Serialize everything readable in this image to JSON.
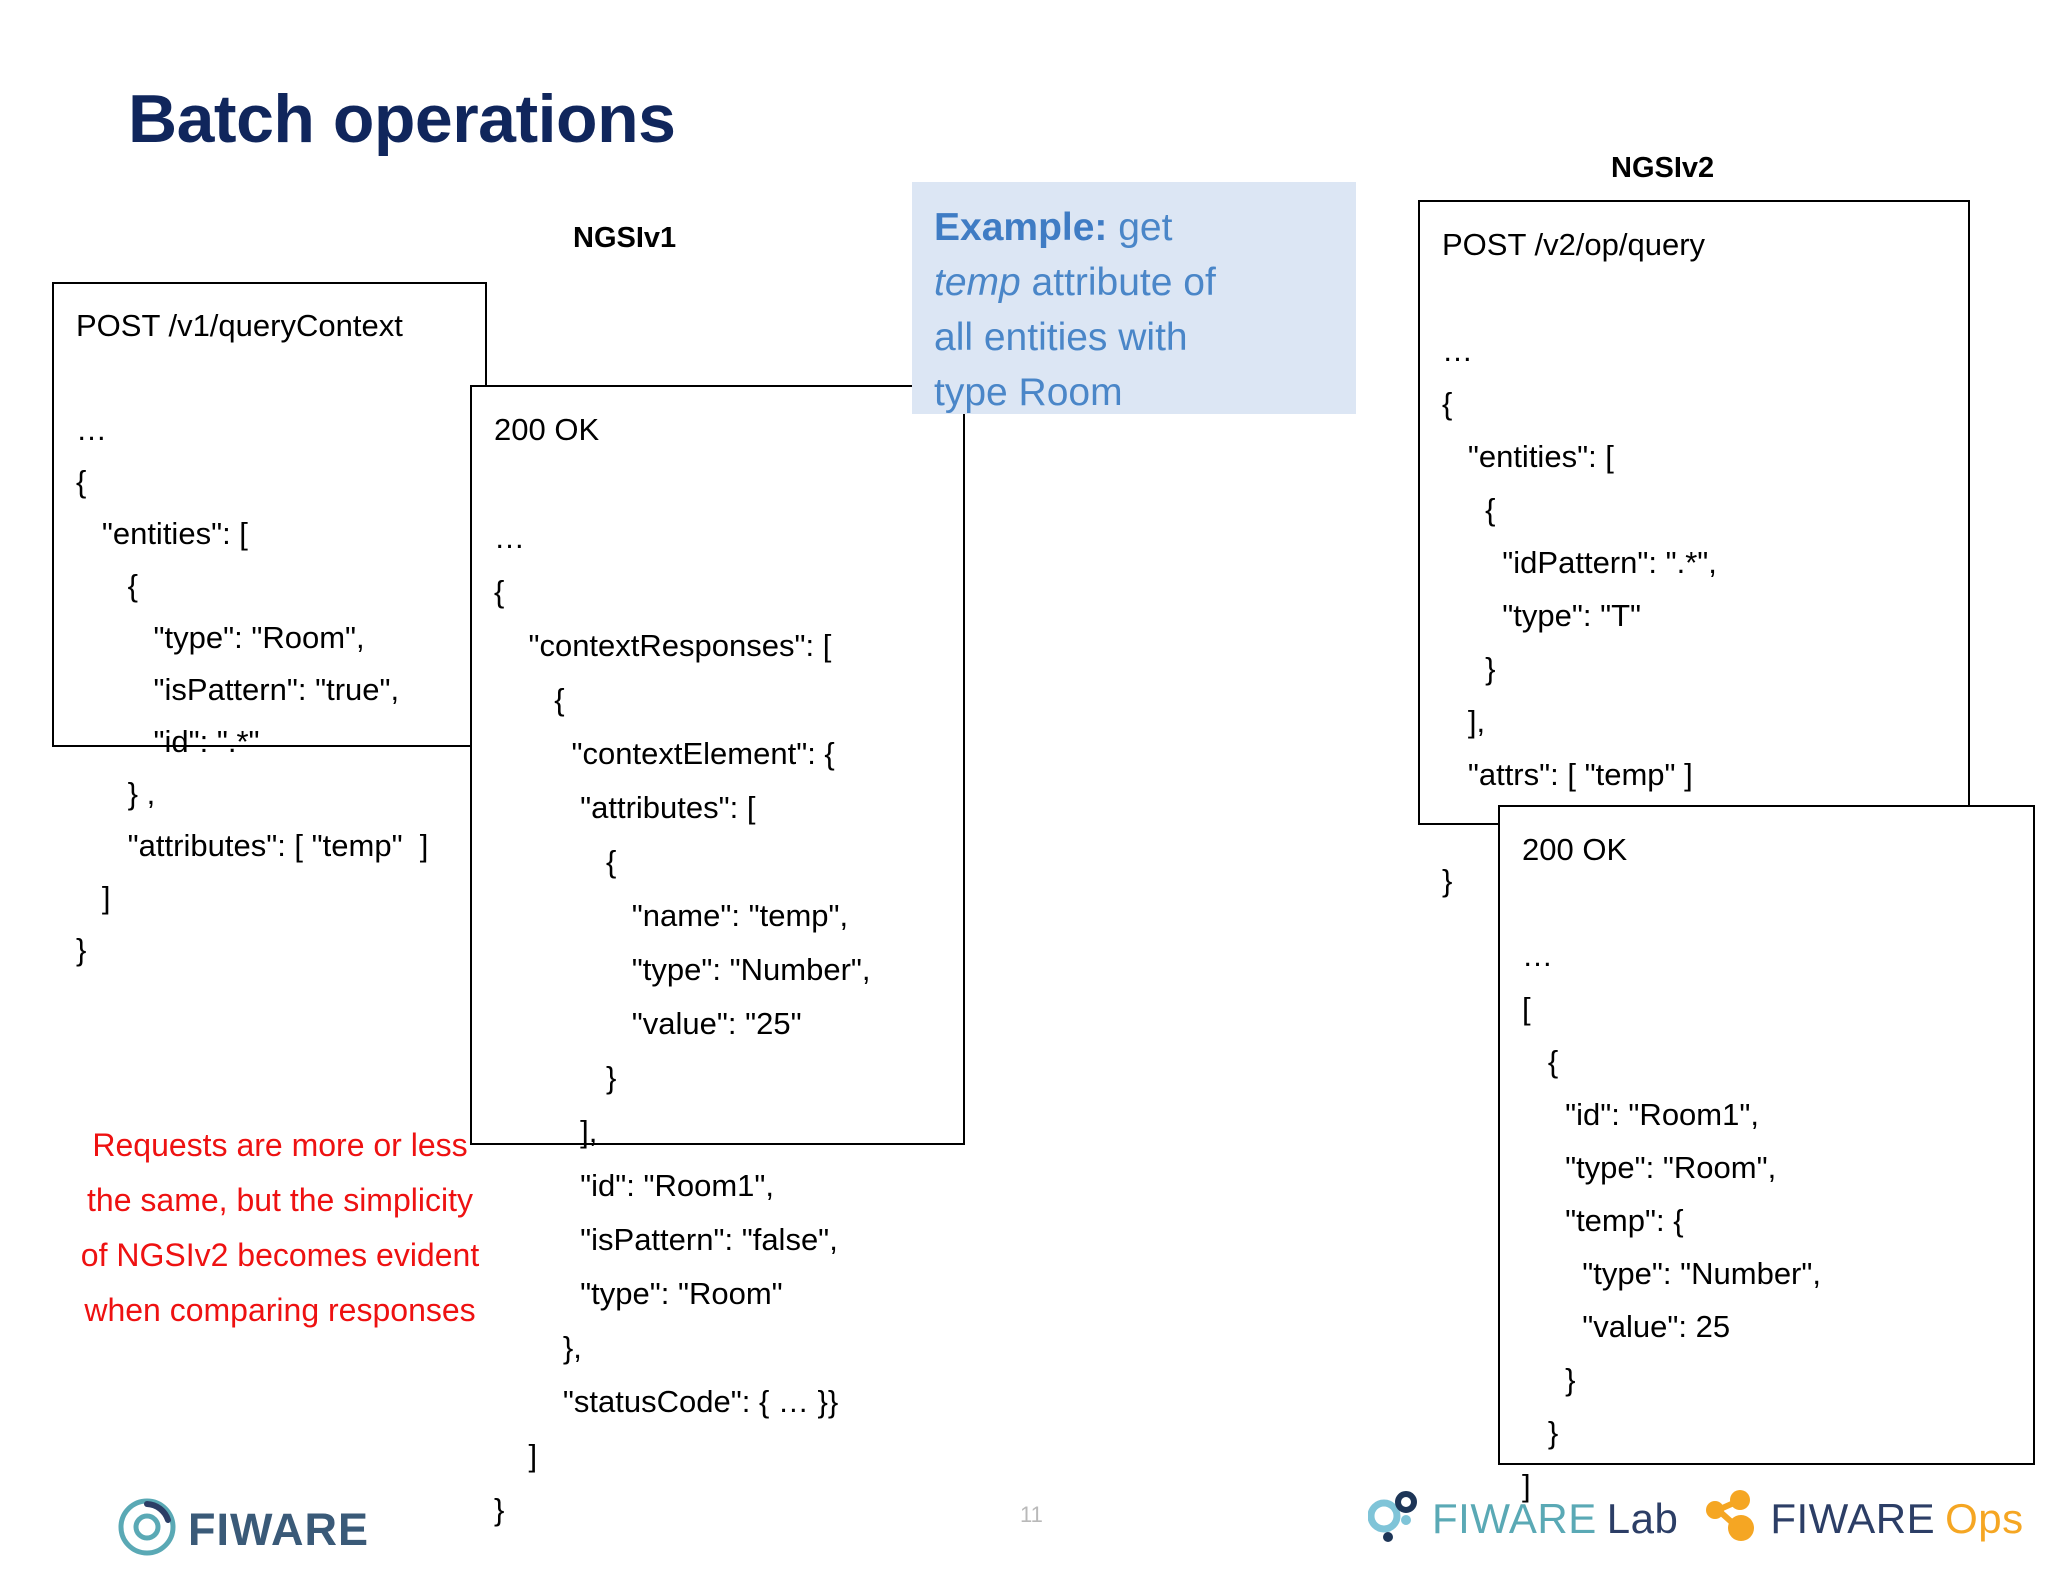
{
  "slide": {
    "title": "Batch operations"
  },
  "captions": {
    "ngsiv1": "NGSIv1",
    "ngsiv2": "NGSIv2"
  },
  "example": {
    "label": "Example:",
    "line1_rest": " get",
    "italic_word": "temp",
    "line2_rest": " attribute of",
    "line3": "all entities with",
    "line4": "type Room",
    "bg_color": "#dce6f4",
    "text_color": "#4a86c8"
  },
  "boxes": {
    "v1_request": {
      "name": "POST /v1/queryContext",
      "code": "POST /v1/queryContext\n\n…\n{\n   \"entities\": [\n      {\n         \"type\": \"Room\",\n         \"isPattern\": \"true\",\n         \"id\": \".*\"\n      } ,\n      \"attributes\": [ \"temp\"  ]\n   ]\n}"
    },
    "v1_response": {
      "name": "200 OK",
      "code": "200 OK\n\n…\n{\n    \"contextResponses\": [\n       {\n         \"contextElement\": {\n          \"attributes\": [\n             {\n                \"name\": \"temp\",\n                \"type\": \"Number\",\n                \"value\": \"25\"\n             }\n          ],\n          \"id\": \"Room1\",\n          \"isPattern\": \"false\",\n          \"type\": \"Room\"\n        },\n        \"statusCode\": { … }}\n    ]\n}"
    },
    "v2_request": {
      "name": "POST /v2/op/query",
      "code": "POST /v2/op/query\n\n…\n{\n   \"entities\": [\n     {\n       \"idPattern\": \".*\",\n       \"type\": \"T\"\n     }\n   ],\n   \"attrs\": [ \"temp\" ]\n\n}"
    },
    "v2_response": {
      "name": "200 OK",
      "code": "200 OK\n\n…\n[\n   {\n     \"id\": \"Room1\",\n     \"type\": \"Room\",\n     \"temp\": {\n       \"type\": \"Number\",\n       \"value\": 25\n     }\n   }\n]"
    }
  },
  "note": {
    "text": "Requests are more or less the same, but the simplicity of NGSIv2 becomes evident when comparing responses",
    "color": "#ee1111"
  },
  "logos": {
    "fiware": "FIWARE",
    "fiware_lab_brand": "FIWARE",
    "fiware_lab_suffix": "Lab",
    "fiware_ops_brand": "FIWARE",
    "fiware_ops_suffix": "Ops"
  }
}
